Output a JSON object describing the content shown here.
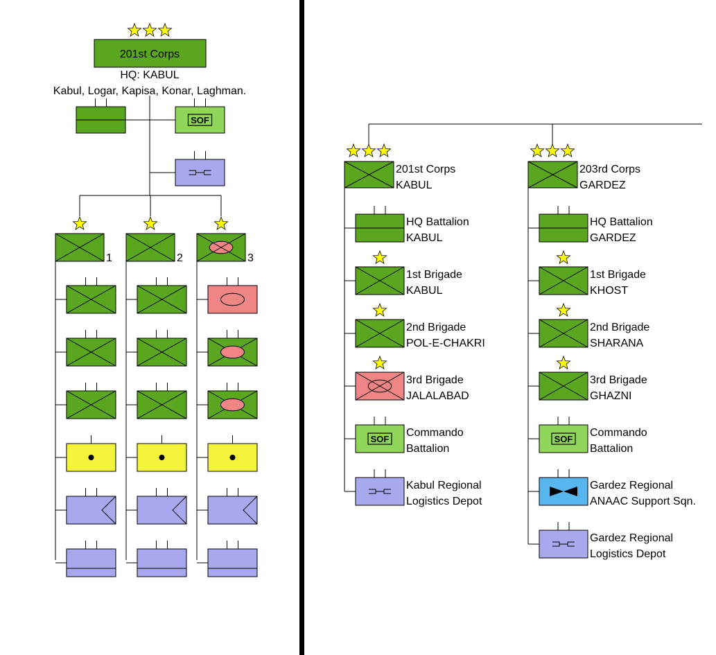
{
  "colors": {
    "infantry_green": "#5aa61e",
    "sof_green": "#8fd65a",
    "commando_red": "#ef8585",
    "support_yellow": "#f4f43a",
    "logistics_purple": "#a8a8ee",
    "aviation_blue": "#58b6ef",
    "star_yellow": "#ffff00",
    "divider": "#000000"
  },
  "left_panel": {
    "corps": {
      "name": "201st Corps",
      "hq": "HQ: KABUL",
      "provinces": "Kabul, Logar, Kapisa, Konar, Laghman."
    },
    "hq_units": [
      {
        "type": "hq-battalion"
      },
      {
        "type": "sof",
        "tag": "SOF"
      },
      {
        "type": "logistics"
      }
    ],
    "brigades": [
      {
        "number": "1",
        "type": "infantry",
        "units": [
          "infantry",
          "infantry",
          "infantry",
          "combat-support",
          "cavalry",
          "logistics-battalion"
        ]
      },
      {
        "number": "2",
        "type": "infantry",
        "units": [
          "infantry",
          "infantry",
          "infantry",
          "combat-support",
          "cavalry",
          "logistics-battalion"
        ]
      },
      {
        "number": "3",
        "type": "commando",
        "units": [
          "commando",
          "commando-infantry",
          "commando-infantry",
          "combat-support",
          "cavalry",
          "logistics-battalion"
        ]
      }
    ]
  },
  "right_panel": {
    "corps_columns": [
      {
        "name": "201st Corps",
        "location": "KABUL",
        "units": [
          {
            "type": "hq",
            "line1": "HQ Battalion",
            "line2": "KABUL"
          },
          {
            "type": "infantry",
            "line1": "1st Brigade",
            "line2": "KABUL"
          },
          {
            "type": "infantry",
            "line1": "2nd Brigade",
            "line2": "POL-E-CHAKRI"
          },
          {
            "type": "commando",
            "line1": "3rd Brigade",
            "line2": "JALALABAD"
          },
          {
            "type": "sof",
            "tag": "SOF",
            "line1": "Commando",
            "line2": "Battalion"
          },
          {
            "type": "logistics",
            "line1": "Kabul Regional",
            "line2": "Logistics Depot"
          }
        ]
      },
      {
        "name": "203rd Corps",
        "location": "GARDEZ",
        "units": [
          {
            "type": "hq",
            "line1": "HQ Battalion",
            "line2": "GARDEZ"
          },
          {
            "type": "infantry",
            "line1": "1st Brigade",
            "line2": "KHOST"
          },
          {
            "type": "infantry",
            "line1": "2nd Brigade",
            "line2": "SHARANA"
          },
          {
            "type": "infantry",
            "line1": "3rd Brigade",
            "line2": "GHAZNI"
          },
          {
            "type": "sof",
            "tag": "SOF",
            "line1": "Commando",
            "line2": "Battalion"
          },
          {
            "type": "aviation",
            "line1": "Gardez Regional",
            "line2": "ANAAC Support Sqn."
          },
          {
            "type": "logistics",
            "line1": "Gardez Regional",
            "line2": "Logistics Depot"
          }
        ]
      }
    ]
  }
}
